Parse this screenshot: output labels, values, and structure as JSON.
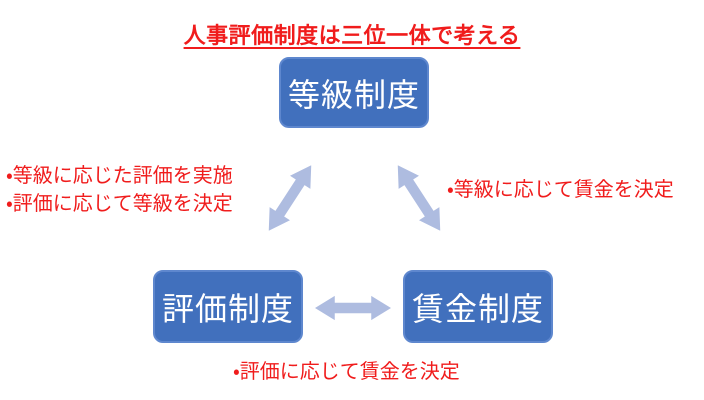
{
  "title": "人事評価制度は三位一体で考える",
  "colors": {
    "title_red": "#f01c1c",
    "box_blue": "#4170bd",
    "box_border": "#5e87ce",
    "box_text": "#ffffff",
    "arrow_blue": "#aebce0",
    "canvas_bg": "#ffffff"
  },
  "boxes": {
    "grade": {
      "label": "等級制度"
    },
    "evaluation": {
      "label": "評価制度"
    },
    "wage": {
      "label": "賃金制度"
    }
  },
  "annotations": {
    "grade_evaluation_line1": "・等級に応じた評価を実施",
    "grade_evaluation_line2": "・評価に応じて等級を決定",
    "grade_wage": "・等級に応じて賃金を決定",
    "evaluation_wage": "・評価に応じて賃金を決定"
  },
  "icons": {
    "double_arrow": "two-headed connector arrow"
  }
}
